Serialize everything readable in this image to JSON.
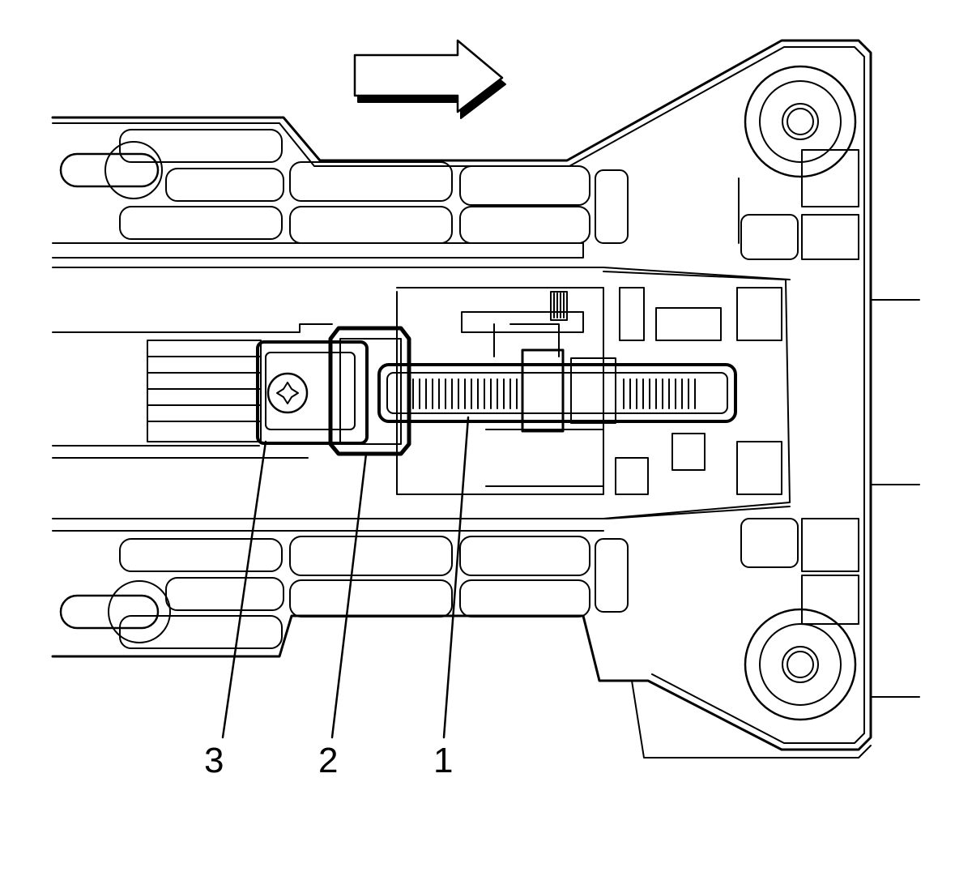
{
  "figure": {
    "colors": {
      "line": "#000000",
      "fill": "#ffffff"
    },
    "direction_arrow": {
      "points": "right"
    },
    "callouts": [
      {
        "id": "3",
        "label": "3"
      },
      {
        "id": "2",
        "label": "2"
      },
      {
        "id": "1",
        "label": "1"
      }
    ]
  }
}
